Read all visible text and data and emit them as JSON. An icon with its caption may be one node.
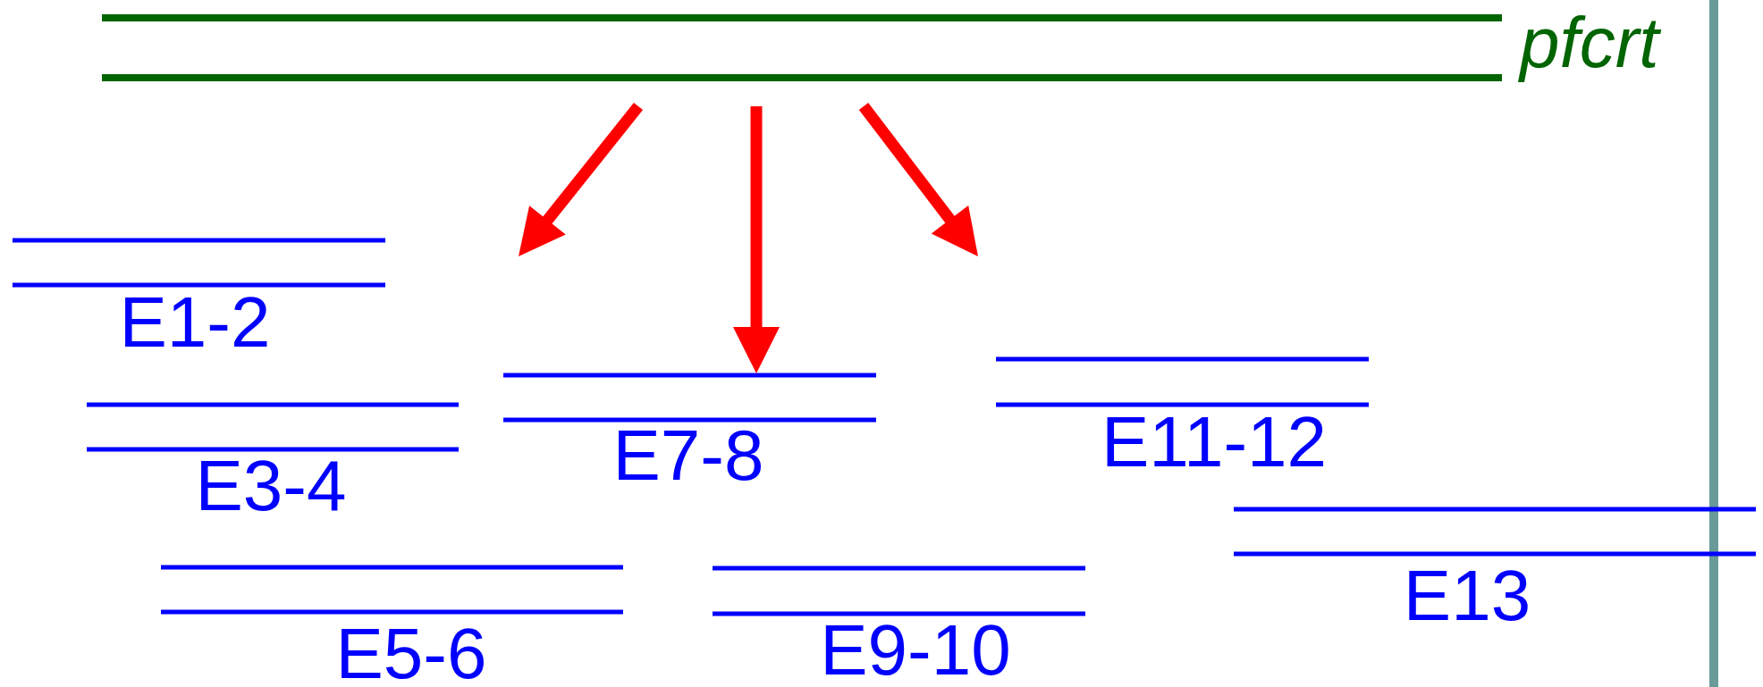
{
  "diagram": {
    "nodes": [
      {
        "text": [
          "pfcrt"
        ]
      },
      {
        "text": [
          "E1-2"
        ]
      },
      {
        "text": [
          "E3-4"
        ]
      },
      {
        "text": [
          "E7-8"
        ]
      },
      {
        "text": [
          "E11-12"
        ]
      },
      {
        "text": [
          "E5-6"
        ]
      },
      {
        "text": [
          "E9-10"
        ]
      },
      {
        "text": [
          "E13"
        ]
      }
    ],
    "edges": [
      {
        "from": 0,
        "to": null,
        "arrow": "to",
        "color": "#ff0000"
      },
      {
        "from": 0,
        "to": 3,
        "arrow": "to",
        "color": "#ff0000"
      },
      {
        "from": 0,
        "to": null,
        "arrow": "to",
        "color": "#ff0000"
      }
    ]
  }
}
